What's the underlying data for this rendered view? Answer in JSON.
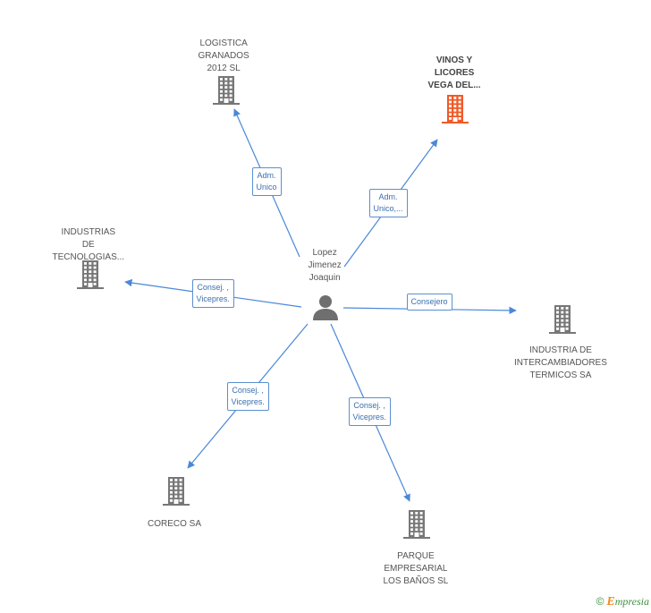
{
  "colors": {
    "edge": "#4a88d8",
    "building": "#777777",
    "building_highlight": "#f05a28",
    "person": "#6f6f6f"
  },
  "center": {
    "id": "person",
    "lines": [
      "Lopez",
      "Jimenez",
      "Joaquin"
    ],
    "icon": "person-icon"
  },
  "nodes": [
    {
      "id": "logistica",
      "lines": [
        "LOGISTICA",
        "GRANADOS",
        "2012 SL"
      ],
      "icon": "building-icon",
      "highlight": false
    },
    {
      "id": "vinos",
      "lines": [
        "VINOS Y",
        "LICORES",
        "VEGA DEL..."
      ],
      "icon": "building-icon",
      "highlight": true
    },
    {
      "id": "industrias-tec",
      "lines": [
        "INDUSTRIAS",
        "DE",
        "TECNOLOGIAS..."
      ],
      "icon": "building-icon",
      "highlight": false
    },
    {
      "id": "intercambiadores",
      "lines": [
        "INDUSTRIA DE",
        "INTERCAMBIADORES",
        "TERMICOS SA"
      ],
      "icon": "building-icon",
      "highlight": false
    },
    {
      "id": "coreco",
      "lines": [
        "CORECO SA"
      ],
      "icon": "building-icon",
      "highlight": false
    },
    {
      "id": "parque",
      "lines": [
        "PARQUE",
        "EMPRESARIAL",
        "LOS BAÑOS SL"
      ],
      "icon": "building-icon",
      "highlight": false
    }
  ],
  "edges": [
    {
      "to": "logistica",
      "lines": [
        "Adm.",
        "Unico"
      ]
    },
    {
      "to": "vinos",
      "lines": [
        "Adm.",
        "Unico,..."
      ]
    },
    {
      "to": "industrias-tec",
      "lines": [
        "Consej. ,",
        "Vicepres."
      ]
    },
    {
      "to": "intercambiadores",
      "lines": [
        "Consejero"
      ]
    },
    {
      "to": "coreco",
      "lines": [
        "Consej. ,",
        "Vicepres."
      ]
    },
    {
      "to": "parque",
      "lines": [
        "Consej. ,",
        "Vicepres."
      ]
    }
  ],
  "footer": {
    "copyright": "©",
    "brand_initial": "E",
    "brand_rest": "mpresia"
  }
}
